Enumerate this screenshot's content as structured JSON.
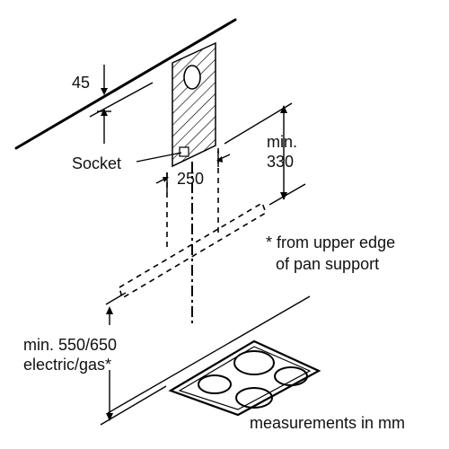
{
  "labels": {
    "dim_top": "45",
    "dim_height": "min.\n330",
    "dim_width": "250",
    "socket": "Socket",
    "note": "* from upper edge\nof pan support",
    "dim_bottom": "min. 550/650\nelectric/gas*",
    "units": "measurements in mm"
  }
}
